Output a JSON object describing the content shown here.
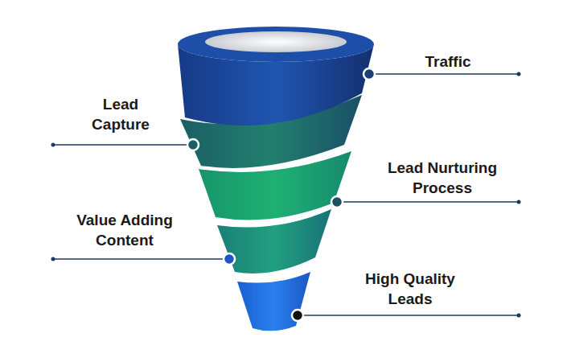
{
  "diagram": {
    "labels": [
      "Traffic",
      "Lead Capture",
      "Lead Nurturing Process",
      "Value Adding Content",
      "High Quality Leads"
    ]
  }
}
